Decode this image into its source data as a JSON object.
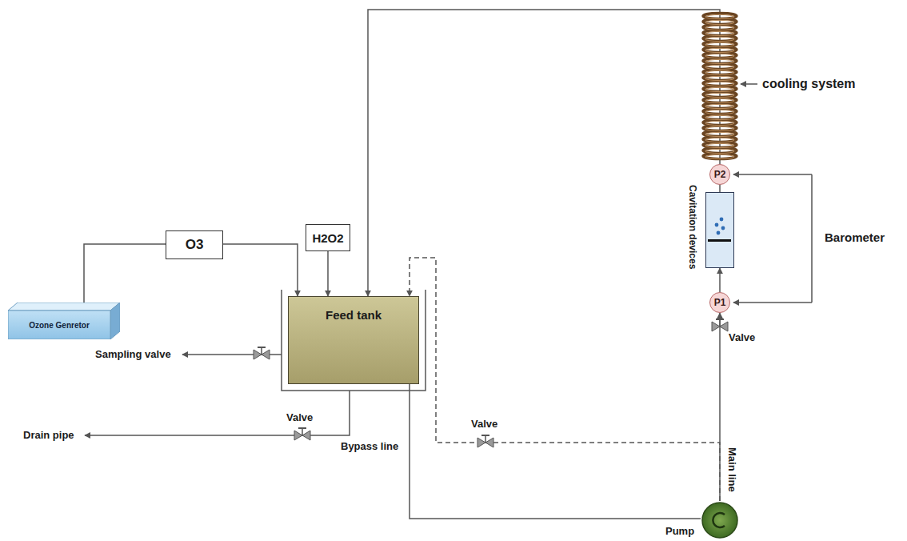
{
  "diagram": {
    "nodes": [
      {
        "text": [
          "Ozone Genretor"
        ]
      },
      {
        "text": [
          "O3"
        ]
      },
      {
        "text": [
          "H2O2"
        ]
      },
      {
        "text": [
          "Feed tank"
        ]
      },
      {
        "text": [
          "P2"
        ]
      },
      {
        "text": [
          "Cavitation devices"
        ]
      },
      {
        "text": [
          "P1"
        ]
      },
      {
        "text": [
          "Pump"
        ]
      }
    ],
    "edges": [
      {
        "from": 0,
        "to": 3,
        "arrow": "to"
      },
      {
        "from": 2,
        "to": 3,
        "arrow": "to"
      },
      {
        "from": 3,
        "to": 7,
        "arrow": "none"
      },
      {
        "from": 7,
        "to": 6,
        "arrow": "to"
      },
      {
        "from": 6,
        "to": 5,
        "arrow": "to"
      },
      {
        "from": 5,
        "to": 4,
        "arrow": "none"
      },
      {
        "from": 4,
        "to": 3,
        "arrow": "to"
      },
      {
        "from": 7,
        "to": 3,
        "arrow": "to"
      }
    ],
    "labels": [
      "cooling system",
      "Barometer",
      "Valve",
      "Sampling valve",
      "Valve",
      "Drain pipe",
      "Bypass line",
      "Valve",
      "Main line"
    ]
  }
}
